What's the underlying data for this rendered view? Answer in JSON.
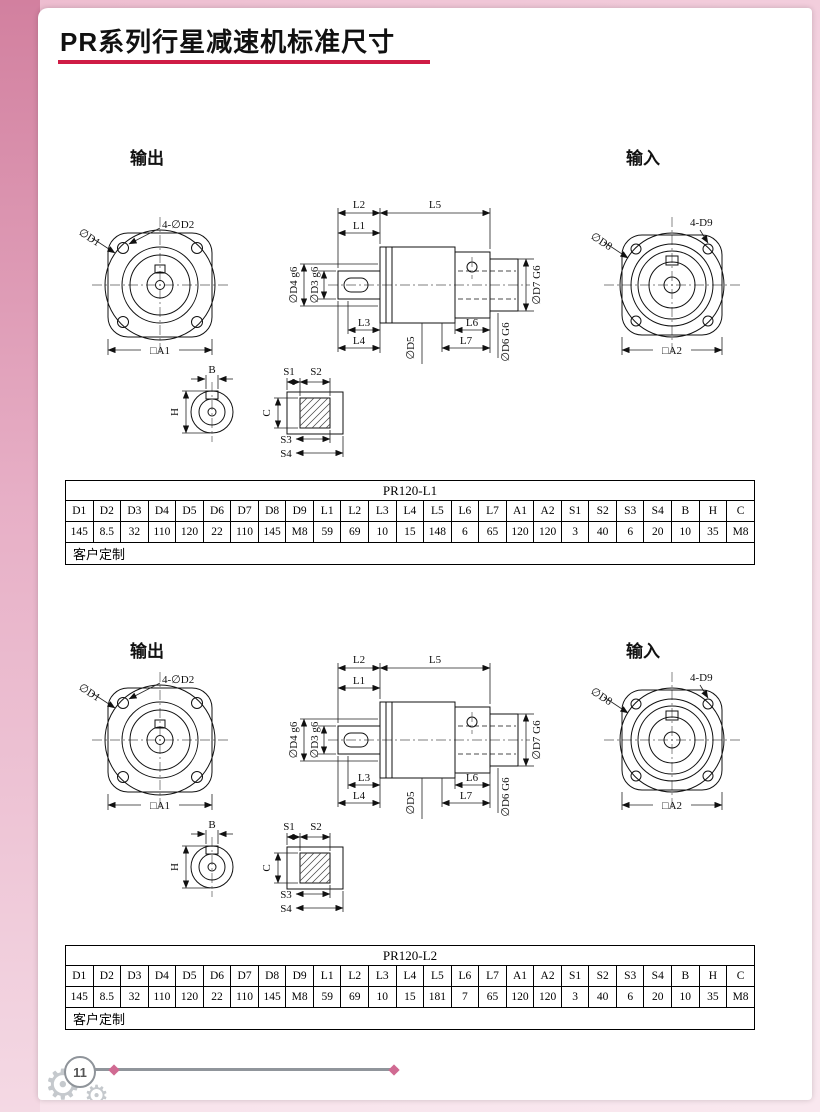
{
  "page": {
    "title": "PR系列行星减速机标准尺寸",
    "page_number": "11"
  },
  "section_labels": {
    "output": "输出",
    "input": "输入"
  },
  "drawing": {
    "d1": "∅D1",
    "d2": "4-∅D2",
    "a1": "□A1",
    "l1": "L1",
    "l2": "L2",
    "l3": "L3",
    "l4": "L4",
    "l5": "L5",
    "l6": "L6",
    "l7": "L7",
    "d3": "∅D3 g6",
    "d4": "∅D4 g6",
    "d5": "∅D5",
    "d6": "∅D6 G6",
    "d7": "∅D7 G6",
    "d8": "∅D8",
    "d9": "4-D9",
    "a2": "□A2",
    "b": "B",
    "h": "H",
    "c": "C",
    "s1": "S1",
    "s2": "S2",
    "s3": "S3",
    "s4": "S4"
  },
  "tables": [
    {
      "title": "PR120-L1",
      "headers": [
        "D1",
        "D2",
        "D3",
        "D4",
        "D5",
        "D6",
        "D7",
        "D8",
        "D9",
        "L1",
        "L2",
        "L3",
        "L4",
        "L5",
        "L6",
        "L7",
        "A1",
        "A2",
        "S1",
        "S2",
        "S3",
        "S4",
        "B",
        "H",
        "C"
      ],
      "values": [
        "145",
        "8.5",
        "32",
        "110",
        "120",
        "22",
        "110",
        "145",
        "M8",
        "59",
        "69",
        "10",
        "15",
        "148",
        "6",
        "65",
        "120",
        "120",
        "3",
        "40",
        "6",
        "20",
        "10",
        "35",
        "M8"
      ],
      "note": "客户定制"
    },
    {
      "title": "PR120-L2",
      "headers": [
        "D1",
        "D2",
        "D3",
        "D4",
        "D5",
        "D6",
        "D7",
        "D8",
        "D9",
        "L1",
        "L2",
        "L3",
        "L4",
        "L5",
        "L6",
        "L7",
        "A1",
        "A2",
        "S1",
        "S2",
        "S3",
        "S4",
        "B",
        "H",
        "C"
      ],
      "values": [
        "145",
        "8.5",
        "32",
        "110",
        "120",
        "22",
        "110",
        "145",
        "M8",
        "59",
        "69",
        "10",
        "15",
        "181",
        "7",
        "65",
        "120",
        "120",
        "3",
        "40",
        "6",
        "20",
        "10",
        "35",
        "M8"
      ],
      "note": "客户定制"
    }
  ]
}
